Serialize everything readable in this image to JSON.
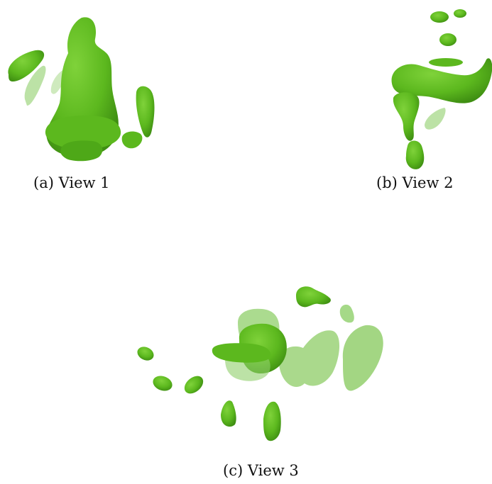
{
  "figure": {
    "subfigures": [
      {
        "id": "a",
        "caption": "(a) View 1"
      },
      {
        "id": "b",
        "caption": "(b) View 2"
      },
      {
        "id": "c",
        "caption": "(c) View 3"
      }
    ],
    "colors": {
      "blob_fill": "#5cb81e",
      "blob_dark": "#3f8f12",
      "blob_light": "#7fd23a",
      "blob_translucent": "#8fcf6a"
    }
  }
}
